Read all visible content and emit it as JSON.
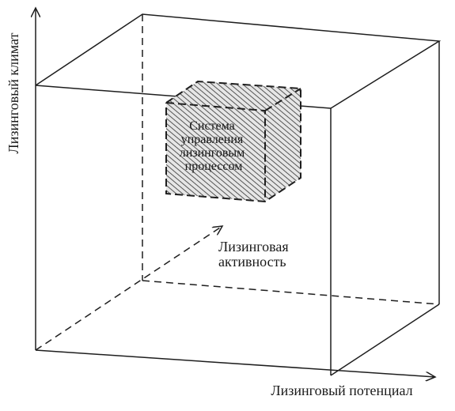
{
  "diagram": {
    "axes": {
      "vertical_label": "Лизинговый климат",
      "horizontal_label": "Лизинговый потенциал",
      "depth_label_lines": [
        "Лизинговая",
        "активность"
      ]
    },
    "inner_cube": {
      "label_lines": [
        "Система",
        "управления",
        "лизинговым",
        "процессом"
      ]
    },
    "colors": {
      "line": "#1e1e1e",
      "hatch": "#555555",
      "text": "#1a1a1a",
      "background": "#ffffff"
    }
  }
}
